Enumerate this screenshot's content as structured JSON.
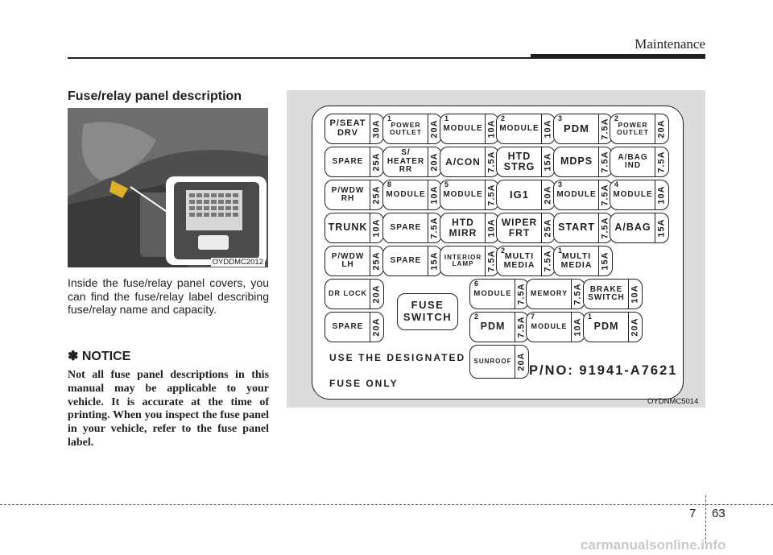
{
  "header": {
    "title": "Maintenance"
  },
  "section": {
    "heading": "Fuse/relay panel description"
  },
  "photo": {
    "code": "OYDDMC2012"
  },
  "body": {
    "text": "Inside the fuse/relay panel covers, you can find the fuse/relay label describing fuse/relay name and capacity."
  },
  "notice": {
    "heading": "✽ NOTICE",
    "body": "Not all fuse panel descriptions in this manual may be applicable to your vehicle. It is accurate at the time of printing. When you inspect the fuse panel in your vehicle, refer to the fuse panel label."
  },
  "panel": {
    "code": "OYDNMC5014",
    "fuse_switch": "FUSE\nSWITCH",
    "note_line1": "USE THE DESIGNATED",
    "note_line2": "FUSE ONLY",
    "part_number": "P/NO: 91941-A7621",
    "fuses": [
      {
        "label": "P/SEAT\nDRV",
        "amp": "30A",
        "num": ""
      },
      {
        "label": "POWER\nOUTLET",
        "amp": "20A",
        "num": "1"
      },
      {
        "label": "MODULE",
        "amp": "10A",
        "num": "1"
      },
      {
        "label": "MODULE",
        "amp": "10A",
        "num": "2"
      },
      {
        "label": "PDM",
        "amp": "7.5A",
        "num": "3"
      },
      {
        "label": "POWER\nOUTLET",
        "amp": "20A",
        "num": "2"
      },
      {
        "label": "SPARE",
        "amp": "25A",
        "num": ""
      },
      {
        "label": "S/\nHEATER\nRR",
        "amp": "20A",
        "num": ""
      },
      {
        "label": "A/CON",
        "amp": "7.5A",
        "num": ""
      },
      {
        "label": "HTD\nSTRG",
        "amp": "15A",
        "num": ""
      },
      {
        "label": "MDPS",
        "amp": "7.5A",
        "num": ""
      },
      {
        "label": "A/BAG\nIND",
        "amp": "7.5A",
        "num": ""
      },
      {
        "label": "P/WDW\nRH",
        "amp": "25A",
        "num": ""
      },
      {
        "label": "MODULE",
        "amp": "10A",
        "num": "8"
      },
      {
        "label": "MODULE",
        "amp": "7.5A",
        "num": "5"
      },
      {
        "label": "IG1",
        "amp": "20A",
        "num": ""
      },
      {
        "label": "MODULE",
        "amp": "7.5A",
        "num": "3"
      },
      {
        "label": "MODULE",
        "amp": "10A",
        "num": "4"
      },
      {
        "label": "TRUNK",
        "amp": "10A",
        "num": ""
      },
      {
        "label": "SPARE",
        "amp": "7.5A",
        "num": ""
      },
      {
        "label": "HTD\nMIRR",
        "amp": "10A",
        "num": ""
      },
      {
        "label": "WIPER\nFRT",
        "amp": "25A",
        "num": ""
      },
      {
        "label": "START",
        "amp": "7.5A",
        "num": ""
      },
      {
        "label": "A/BAG",
        "amp": "15A",
        "num": ""
      },
      {
        "label": "P/WDW\nLH",
        "amp": "25A",
        "num": ""
      },
      {
        "label": "SPARE",
        "amp": "15A",
        "num": ""
      },
      {
        "label": "INTERIOR\nLAMP",
        "amp": "7.5A",
        "num": ""
      },
      {
        "label": "MULTI\nMEDIA",
        "amp": "7.5A",
        "num": "2"
      },
      {
        "label": "MULTI\nMEDIA",
        "amp": "15A",
        "num": "1"
      },
      {
        "label": "DR LOCK",
        "amp": "20A",
        "num": ""
      },
      {
        "label": "MODULE",
        "amp": "7.5A",
        "num": "6"
      },
      {
        "label": "MEMORY",
        "amp": "7.5A",
        "num": ""
      },
      {
        "label": "BRAKE\nSWITCH",
        "amp": "10A",
        "num": ""
      },
      {
        "label": "SPARE",
        "amp": "20A",
        "num": ""
      },
      {
        "label": "PDM",
        "amp": "7.5A",
        "num": "2"
      },
      {
        "label": "MODULE",
        "amp": "10A",
        "num": "7"
      },
      {
        "label": "PDM",
        "amp": "20A",
        "num": "1"
      },
      {
        "label": "SUNROOF",
        "amp": "20A",
        "num": ""
      }
    ]
  },
  "footer": {
    "chapter": "7",
    "page": "63",
    "watermark": "carmanualsonline.info"
  }
}
